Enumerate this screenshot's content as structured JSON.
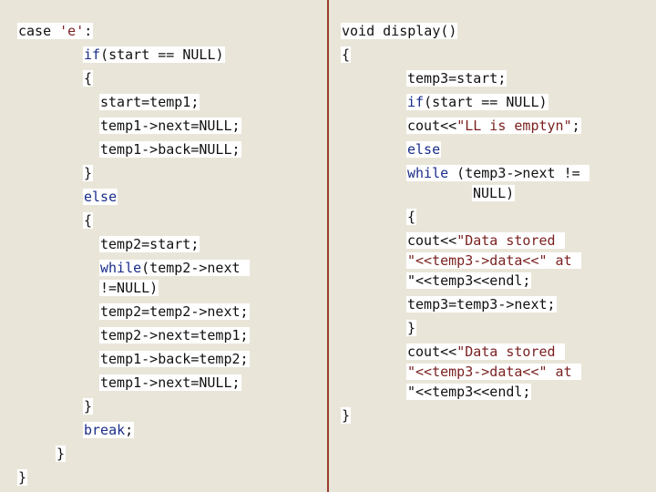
{
  "left": {
    "lines": [
      {
        "segs": [
          {
            "t": "case ",
            "c": "plain"
          },
          {
            "t": "'e'",
            "c": "str"
          },
          {
            "t": ":",
            "c": "plain"
          }
        ]
      },
      {
        "segs": [
          {
            "t": "if",
            "c": "kw"
          },
          {
            "t": "(start == NULL)",
            "c": "plain"
          }
        ]
      },
      {
        "segs": [
          {
            "t": "{",
            "c": "plain"
          }
        ]
      },
      {
        "segs": [
          {
            "t": "start=temp1;",
            "c": "plain"
          }
        ]
      },
      {
        "segs": [
          {
            "t": "temp1->next=NULL;",
            "c": "plain"
          }
        ]
      },
      {
        "segs": [
          {
            "t": "temp1->back=NULL;",
            "c": "plain"
          }
        ]
      },
      {
        "segs": [
          {
            "t": "}",
            "c": "plain"
          }
        ]
      },
      {
        "segs": [
          {
            "t": "else",
            "c": "kw"
          }
        ]
      },
      {
        "segs": [
          {
            "t": "{",
            "c": "plain"
          }
        ]
      },
      {
        "segs": [
          {
            "t": "temp2=start;",
            "c": "plain"
          }
        ]
      },
      {
        "segs": [
          {
            "t": "while",
            "c": "kw"
          },
          {
            "t": "(temp2->next ",
            "c": "plain"
          }
        ]
      },
      {
        "segs": [
          {
            "t": "!=NULL)",
            "c": "plain"
          }
        ]
      },
      {
        "segs": [
          {
            "t": "temp2=temp2->next;",
            "c": "plain"
          }
        ]
      },
      {
        "segs": [
          {
            "t": "temp2->next=temp1;",
            "c": "plain"
          }
        ]
      },
      {
        "segs": [
          {
            "t": "temp1->back=temp2;",
            "c": "plain"
          }
        ]
      },
      {
        "segs": [
          {
            "t": "temp1->next=NULL;",
            "c": "plain"
          }
        ]
      },
      {
        "segs": [
          {
            "t": "}",
            "c": "plain"
          }
        ]
      },
      {
        "segs": [
          {
            "t": "break",
            "c": "kw"
          },
          {
            "t": ";",
            "c": "plain"
          }
        ]
      },
      {
        "segs": [
          {
            "t": "}",
            "c": "plain"
          }
        ]
      },
      {
        "segs": [
          {
            "t": "}",
            "c": "plain"
          }
        ]
      }
    ]
  },
  "right": {
    "lines": [
      {
        "segs": [
          {
            "t": "void display()",
            "c": "plain"
          }
        ]
      },
      {
        "segs": [
          {
            "t": "{",
            "c": "plain"
          }
        ]
      },
      {
        "segs": [
          {
            "t": "temp3=start;",
            "c": "plain"
          }
        ]
      },
      {
        "segs": [
          {
            "t": "if",
            "c": "kw"
          },
          {
            "t": "(start == NULL)",
            "c": "plain"
          }
        ]
      },
      {
        "segs": [
          {
            "t": "cout<<",
            "c": "plain"
          },
          {
            "t": "\"LL is emptyn\"",
            "c": "str"
          },
          {
            "t": ";",
            "c": "plain"
          }
        ]
      },
      {
        "segs": [
          {
            "t": "else",
            "c": "kw"
          }
        ]
      },
      {
        "segs": [
          {
            "t": "while",
            "c": "kw"
          },
          {
            "t": " (temp3->next != ",
            "c": "plain"
          }
        ]
      },
      {
        "segs": [
          {
            "t": "NULL)",
            "c": "plain"
          }
        ]
      },
      {
        "segs": [
          {
            "t": "{",
            "c": "plain"
          }
        ]
      },
      {
        "segs": [
          {
            "t": "cout<<",
            "c": "plain"
          },
          {
            "t": "\"Data stored ",
            "c": "str"
          }
        ]
      },
      {
        "segs": [
          {
            "t": "\"<<temp3->data<<\" at ",
            "c": "str"
          }
        ]
      },
      {
        "segs": [
          {
            "t": "\"<<temp3<<endl;",
            "c": "plain"
          }
        ]
      },
      {
        "segs": [
          {
            "t": "temp3=temp3->next;",
            "c": "plain"
          }
        ]
      },
      {
        "segs": [
          {
            "t": "}",
            "c": "plain"
          }
        ]
      },
      {
        "segs": [
          {
            "t": "cout<<",
            "c": "plain"
          },
          {
            "t": "\"Data stored ",
            "c": "str"
          }
        ]
      },
      {
        "segs": [
          {
            "t": "\"<<temp3->data<<\" at ",
            "c": "str"
          }
        ]
      },
      {
        "segs": [
          {
            "t": "\"<<temp3<<endl;",
            "c": "plain"
          }
        ]
      },
      {
        "segs": [
          {
            "t": "}",
            "c": "plain"
          }
        ]
      }
    ]
  },
  "colors": {
    "background": "#e9e6d9",
    "divider": "#9c3a2d",
    "keyword": "#1a2d8a",
    "string": "#7a1f1f"
  }
}
